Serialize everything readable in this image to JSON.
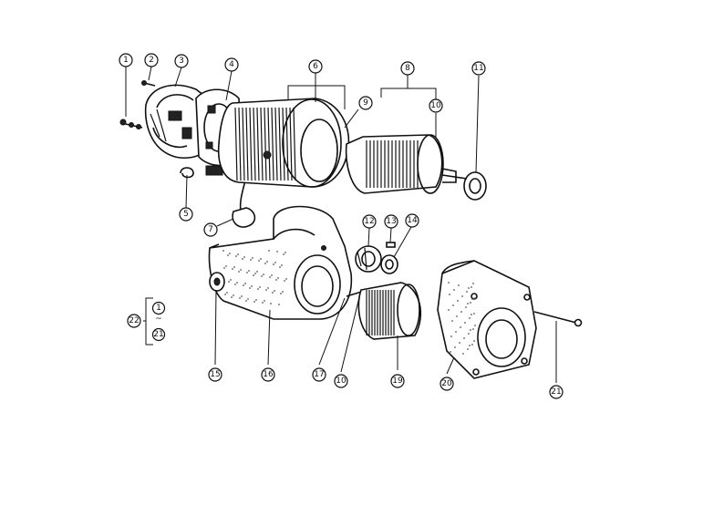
{
  "callouts": [
    {
      "id": "c1",
      "label": "1"
    },
    {
      "id": "c2",
      "label": "2"
    },
    {
      "id": "c3",
      "label": "3"
    },
    {
      "id": "c4",
      "label": "4"
    },
    {
      "id": "c5",
      "label": "5"
    },
    {
      "id": "c6",
      "label": "6"
    },
    {
      "id": "c7",
      "label": "7"
    },
    {
      "id": "c8",
      "label": "8"
    },
    {
      "id": "c9",
      "label": "9"
    },
    {
      "id": "c10a",
      "label": "10"
    },
    {
      "id": "c11",
      "label": "11"
    },
    {
      "id": "c12",
      "label": "12"
    },
    {
      "id": "c13",
      "label": "13"
    },
    {
      "id": "c14",
      "label": "14"
    },
    {
      "id": "c15",
      "label": "15"
    },
    {
      "id": "c16",
      "label": "16"
    },
    {
      "id": "c17",
      "label": "17"
    },
    {
      "id": "c10b",
      "label": "10"
    },
    {
      "id": "c19",
      "label": "19"
    },
    {
      "id": "c20",
      "label": "20"
    },
    {
      "id": "c21a",
      "label": "21"
    },
    {
      "id": "c22",
      "label": "22"
    }
  ],
  "assembly_range": {
    "from": "1",
    "to": "21"
  },
  "colors": {
    "ink": "#111111",
    "paper": "#ffffff"
  }
}
